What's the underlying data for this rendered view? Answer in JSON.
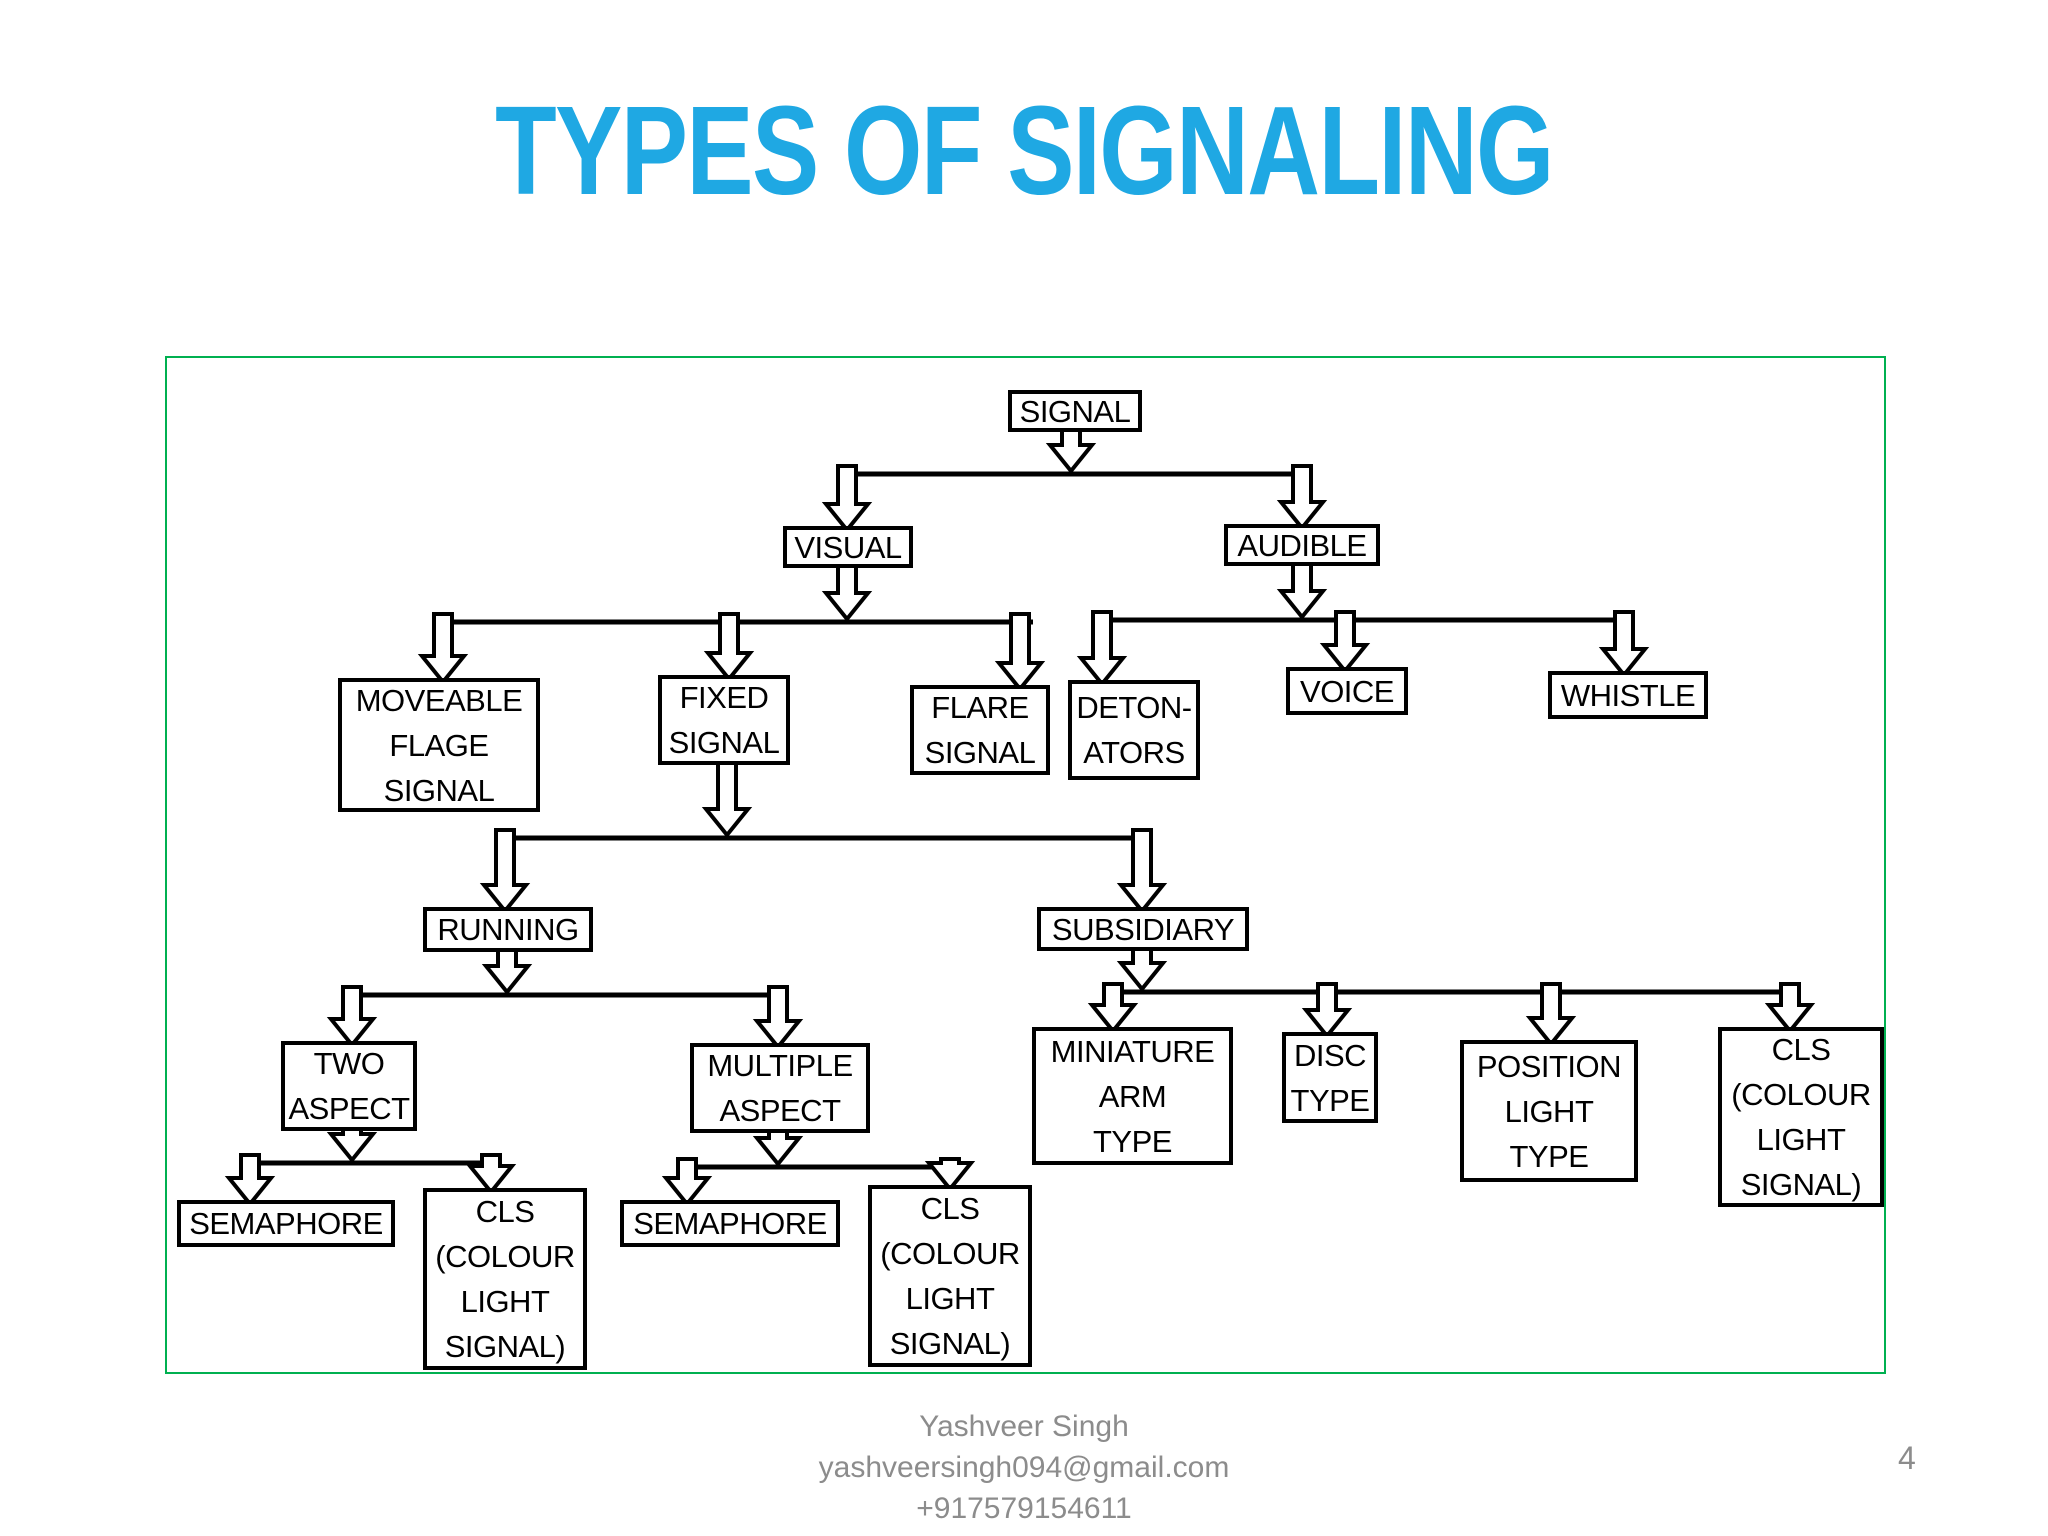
{
  "slide": {
    "title": "TYPES OF SIGNALING",
    "page_number": "4",
    "footer": {
      "author": "Yashveer Singh",
      "email": "yashveersingh094@gmail.com",
      "phone": "+917579154611"
    }
  },
  "colors": {
    "title": "#1FA8E3",
    "frame_border": "#00B050",
    "footer_text": "#8C8C8C",
    "diagram_ink": "#000000"
  },
  "diagram": {
    "nodes": {
      "signal": "SIGNAL",
      "visual": "VISUAL",
      "audible": "AUDIBLE",
      "moveable_flage_signal": "MOVEABLE\nFLAGE\nSIGNAL",
      "fixed_signal": "FIXED\nSIGNAL",
      "flare_signal": "FLARE\nSIGNAL",
      "detonators": "DETON-\nATORS",
      "voice": "VOICE",
      "whistle": "WHISTLE",
      "running": "RUNNING",
      "subsidiary": "SUBSIDIARY",
      "two_aspect": "TWO\nASPECT",
      "multiple_aspect": "MULTIPLE\nASPECT",
      "semaphore_two_aspect": "SEMAPHORE",
      "cls_two_aspect": "CLS\n(COLOUR\nLIGHT\nSIGNAL)",
      "semaphore_multiple_aspect": "SEMAPHORE",
      "cls_multiple_aspect": "CLS\n(COLOUR\nLIGHT\nSIGNAL)",
      "miniature_arm_type": "MINIATURE\nARM\nTYPE",
      "disc_type": "DISC\nTYPE",
      "position_light_type": "POSITION\nLIGHT\nTYPE",
      "cls_subsidiary": "CLS\n(COLOUR\nLIGHT\nSIGNAL)"
    }
  }
}
